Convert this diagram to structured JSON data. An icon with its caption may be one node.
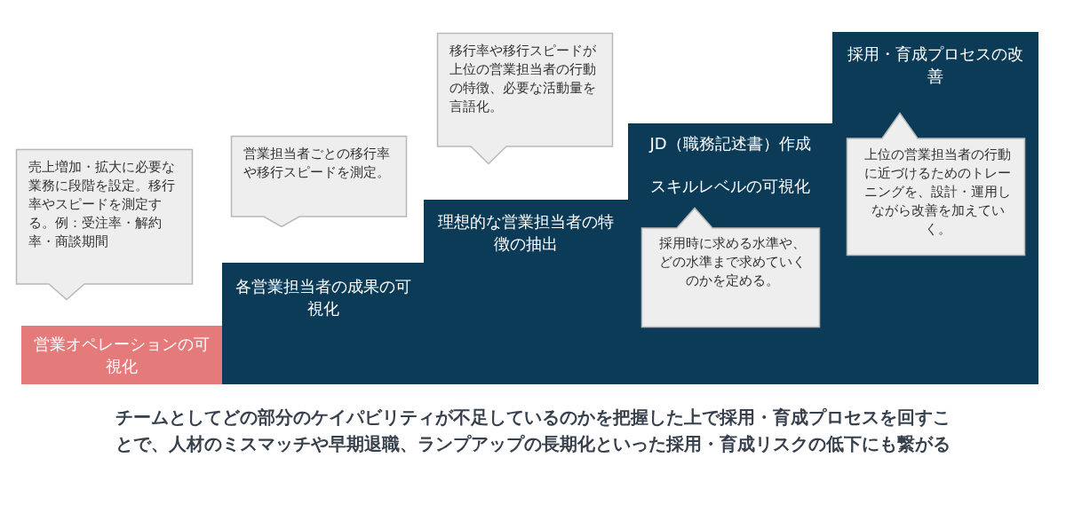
{
  "diagram": {
    "caption": "チームとしてどの部分のケイパビリティが不足しているのかを把握した上で採用・育成プロセスを回すことで、人材のミスマッチや早期退職、ランプアップの長期化といった採用・育成リスクの低下にも繋がる",
    "nodes": [
      {
        "text": [
          "営業オペレーションの可視化"
        ]
      },
      {
        "text": [
          "売上増加・拡大に必要な業務に段階を設定。移行率やスピードを測定する。例：受注率・解約率・商談期間"
        ]
      },
      {
        "text": [
          "各営業担当者の成果の可視化"
        ]
      },
      {
        "text": [
          "営業担当者ごとの移行率や移行スピードを測定。"
        ]
      },
      {
        "text": [
          "理想的な営業担当者の特徴の抽出"
        ]
      },
      {
        "text": [
          "移行率や移行スピードが上位の営業担当者の行動の特徴、必要な活動量を言語化。"
        ]
      },
      {
        "text": [
          "JD（職務記述書）作成",
          "スキルレベルの可視化"
        ]
      },
      {
        "text": [
          "採用時に求める水準や、どの水準まで求めていくのかを定める。"
        ],
        "in": 6
      },
      {
        "text": [
          "採用・育成プロセスの改善"
        ]
      },
      {
        "text": [
          "上位の営業担当者の行動に近づけるためのトレーニングを、設計・運用しながら改善を加えていく。"
        ],
        "in": 8
      }
    ]
  }
}
